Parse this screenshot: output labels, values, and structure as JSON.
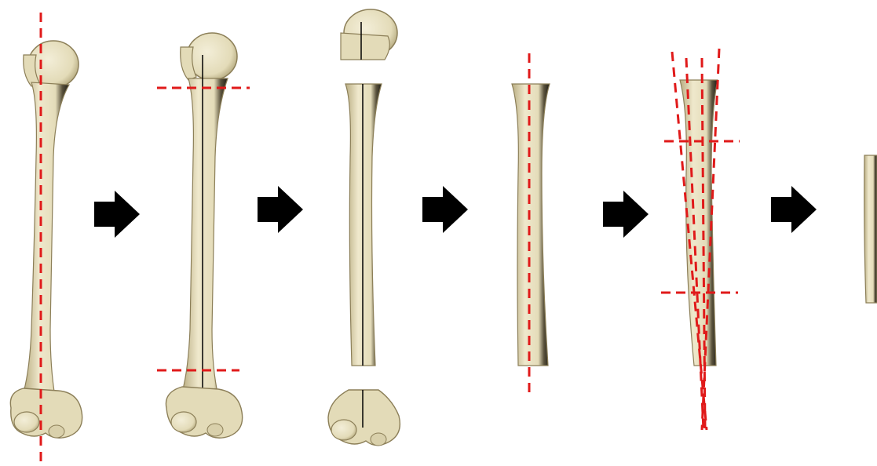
{
  "figure": {
    "steps": [
      {
        "id": "full-humerus-with-axis"
      },
      {
        "id": "humerus-with-cut-lines"
      },
      {
        "id": "humerus-separated-into-three-parts"
      },
      {
        "id": "isolated-shaft-with-axis"
      },
      {
        "id": "shaft-with-oblique-axes-and-cuts"
      },
      {
        "id": "final-shaft-segment"
      }
    ],
    "arrows_count": 5
  },
  "colors": {
    "background": "#ffffff",
    "bone_fill": "#e9e2c4",
    "bone_shade": "#b9ad82",
    "bone_dark": "#2b2a22",
    "bone_outline": "#8c7f58",
    "axis_line": "#e01a1a",
    "arrow": "#000000"
  }
}
